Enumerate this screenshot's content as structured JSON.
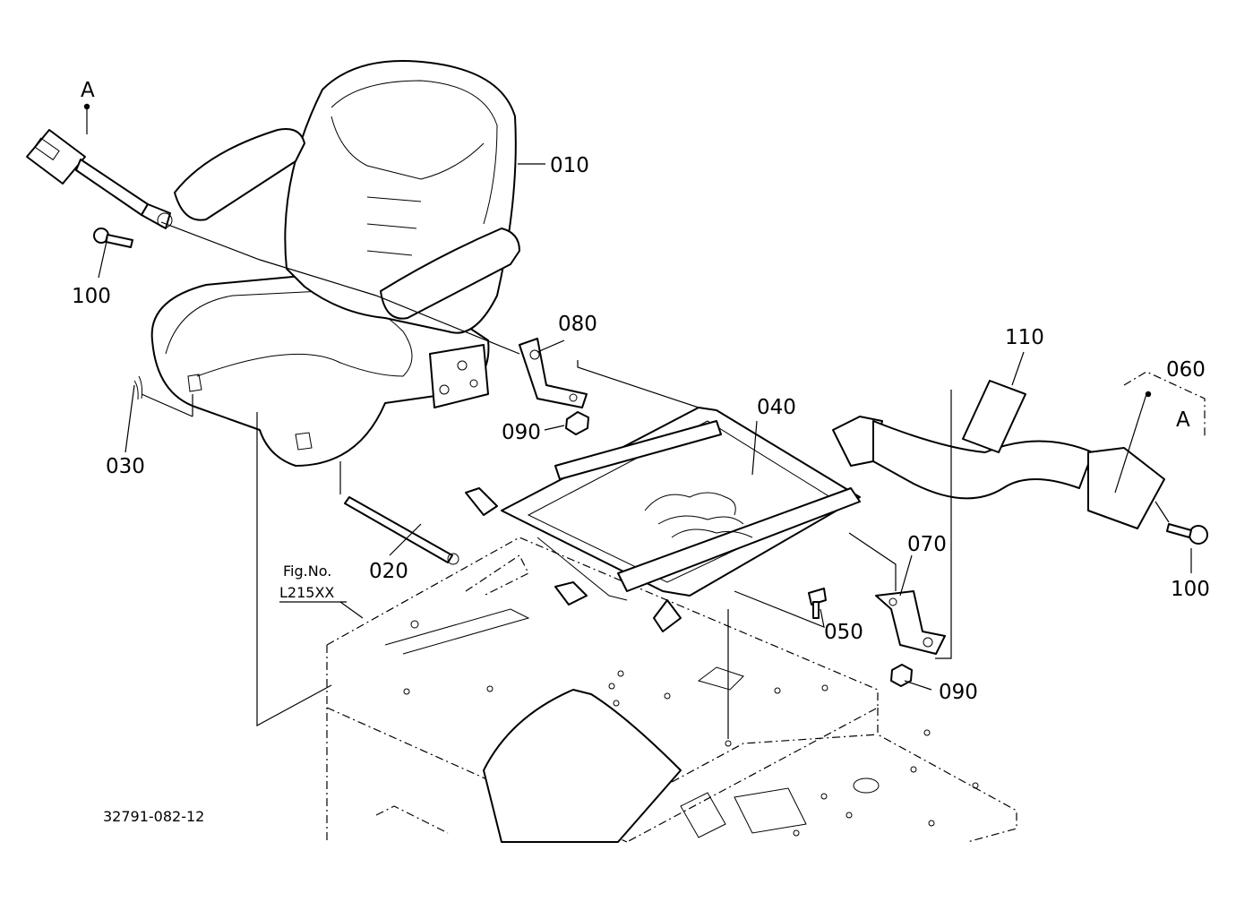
{
  "drawing_number": "32791-082-12",
  "figure_ref": {
    "line1": "Fig.No.",
    "line2": "L215XX"
  },
  "callouts": {
    "p010": "010",
    "p020": "020",
    "p030": "030",
    "p040": "040",
    "p050": "050",
    "p060": "060",
    "p070": "070",
    "p080": "080",
    "p090a": "090",
    "p090b": "090",
    "p100a": "100",
    "p100b": "100",
    "p110": "110",
    "refA1": "A",
    "refA2": "A"
  }
}
